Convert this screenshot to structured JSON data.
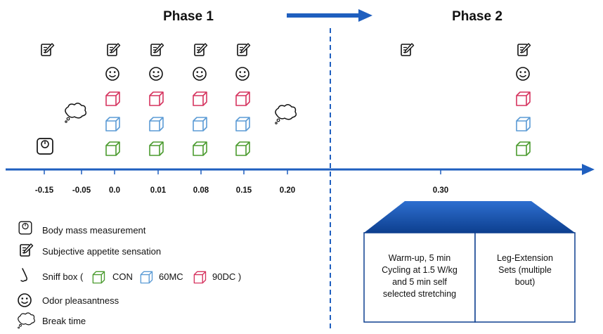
{
  "header": {
    "phase1": "Phase 1",
    "phase2": "Phase 2"
  },
  "timeline": {
    "ticks": [
      "-0.15",
      "-0.05",
      "0.0",
      "0.01",
      "0.08",
      "0.15",
      "0.20",
      "0.30"
    ]
  },
  "phase2_detail": {
    "warmup_lines": [
      "Warm-up, 5 min",
      "Cycling at 1.5 W/kg",
      "and 5 min self",
      "selected stretching"
    ],
    "leg_lines": [
      "Leg-Extension",
      "Sets (multiple",
      "bout)"
    ]
  },
  "legend": {
    "body_mass": "Body mass measurement",
    "appetite": "Subjective appetite sensation",
    "sniff_prefix": "Sniff box (",
    "con": "CON",
    "mc60": "60MC",
    "dc90": "90DC )",
    "odor": "Odor pleasantness",
    "break": "Break time"
  },
  "colors": {
    "axis": "#1f5fbf",
    "con": "#4b9b2f",
    "mc60": "#5b9bd5",
    "dc90": "#d6335f",
    "dash": "#1f5fbf"
  },
  "icons": [
    "scale-icon",
    "notepad-pencil-icon",
    "smiley-icon",
    "cube-icon",
    "nose-icon",
    "cloud-icon"
  ]
}
